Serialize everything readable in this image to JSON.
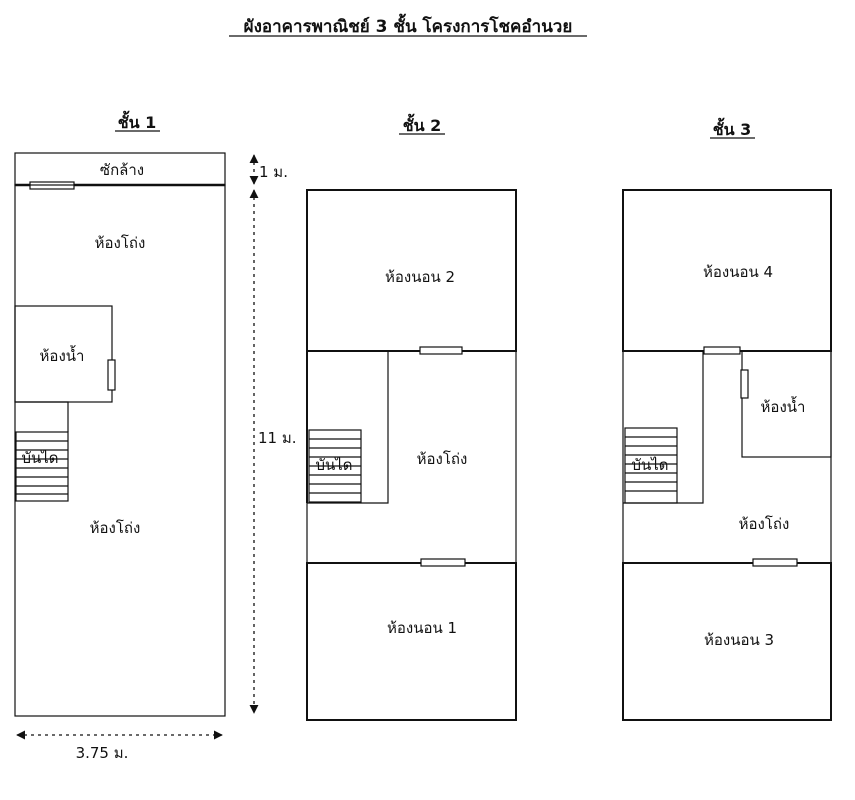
{
  "title": "ผังอาคารพาณิชย์ 3 ชั้น โครงการโชคอำนวย",
  "floors": [
    {
      "label": "ชั้น 1",
      "rooms": {
        "laundry": "ซักล้าง",
        "living_top": "ห้องโถ่ง",
        "bathroom": "ห้องน้ำ",
        "stairs": "บันได",
        "living_bottom": "ห้องโถ่ง"
      }
    },
    {
      "label": "ชั้น 2",
      "rooms": {
        "bedroom_top": "ห้องนอน 2",
        "stairs": "บันได",
        "living": "ห้องโถ่ง",
        "bedroom_bottom": "ห้องนอน 1"
      }
    },
    {
      "label": "ชั้น 3",
      "rooms": {
        "bedroom_top": "ห้องนอน 4",
        "bathroom": "ห้องน้ำ",
        "stairs": "บันได",
        "living": "ห้องโถ่ง",
        "bedroom_bottom": "ห้องนอน 3"
      }
    }
  ],
  "dimensions": {
    "rear": "1 ม.",
    "depth": "11 ม.",
    "width": "3.75 ม."
  }
}
